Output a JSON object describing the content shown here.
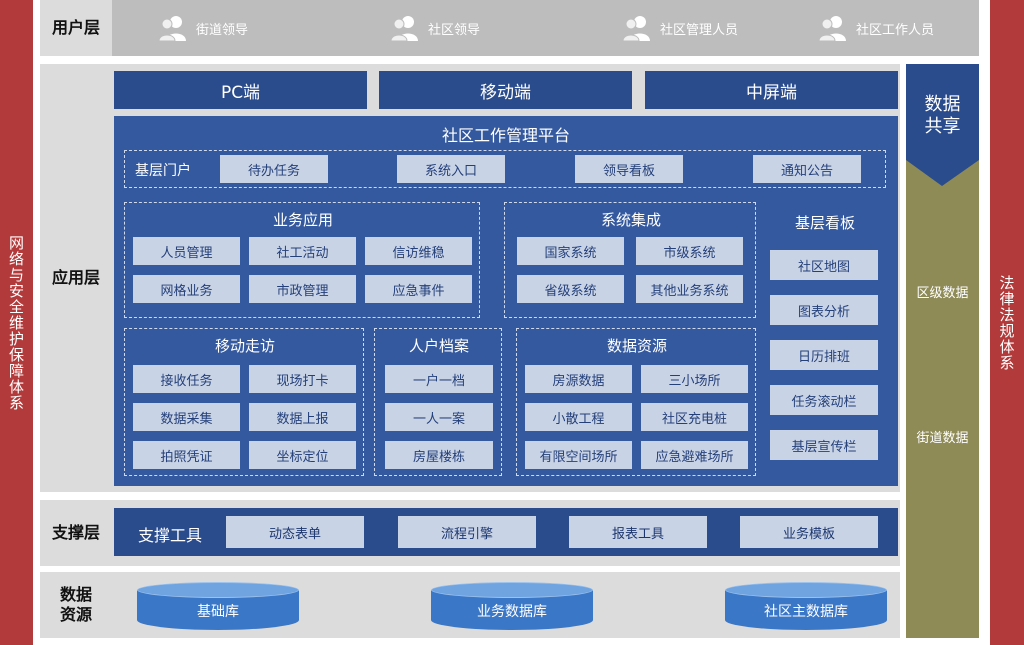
{
  "left_bar": "网络与安全维护保障体系",
  "right_bar": "法律法规体系",
  "user_layer": {
    "label": "用户层",
    "users": [
      "街道领导",
      "社区领导",
      "社区管理人员",
      "社区工作人员"
    ]
  },
  "app_layer": {
    "label": "应用层",
    "terminals": [
      "PC端",
      "移动端",
      "中屏端"
    ],
    "platform_title": "社区工作管理平台",
    "portal": {
      "label": "基层门户",
      "items": [
        "待办任务",
        "系统入口",
        "领导看板",
        "通知公告"
      ]
    },
    "business": {
      "title": "业务应用",
      "items": [
        "人员管理",
        "社工活动",
        "信访维稳",
        "网格业务",
        "市政管理",
        "应急事件"
      ]
    },
    "integration": {
      "title": "系统集成",
      "items": [
        "国家系统",
        "市级系统",
        "省级系统",
        "其他业务系统"
      ]
    },
    "dashboard": {
      "title": "基层看板",
      "items": [
        "社区地图",
        "图表分析",
        "日历排班",
        "任务滚动栏",
        "基层宣传栏"
      ]
    },
    "mobile": {
      "title": "移动走访",
      "items": [
        "接收任务",
        "现场打卡",
        "数据采集",
        "数据上报",
        "拍照凭证",
        "坐标定位"
      ]
    },
    "archive": {
      "title": "人户档案",
      "items": [
        "一户一档",
        "一人一案",
        "房屋楼栋"
      ]
    },
    "resources": {
      "title": "数据资源",
      "items": [
        "房源数据",
        "三小场所",
        "小散工程",
        "社区充电桩",
        "有限空间场所",
        "应急避难场所"
      ]
    }
  },
  "support_layer": {
    "label": "支撑层",
    "title": "支撑工具",
    "items": [
      "动态表单",
      "流程引擎",
      "报表工具",
      "业务模板"
    ]
  },
  "data_layer": {
    "label": "数据资源",
    "label_lines": [
      "数据",
      "资源"
    ],
    "databases": [
      "基础库",
      "业务数据库",
      "社区主数据库"
    ]
  },
  "data_share": {
    "title_lines": [
      "数据",
      "共享"
    ],
    "items": [
      "区级数据",
      "街道数据"
    ]
  },
  "colors": {
    "side_red": "#b33a3a",
    "navy": "#2a4b8c",
    "panel_blue": "#34599e",
    "button": "#c9d3e6",
    "olive": "#8f8b57",
    "cylinder": "#3b77c7"
  }
}
